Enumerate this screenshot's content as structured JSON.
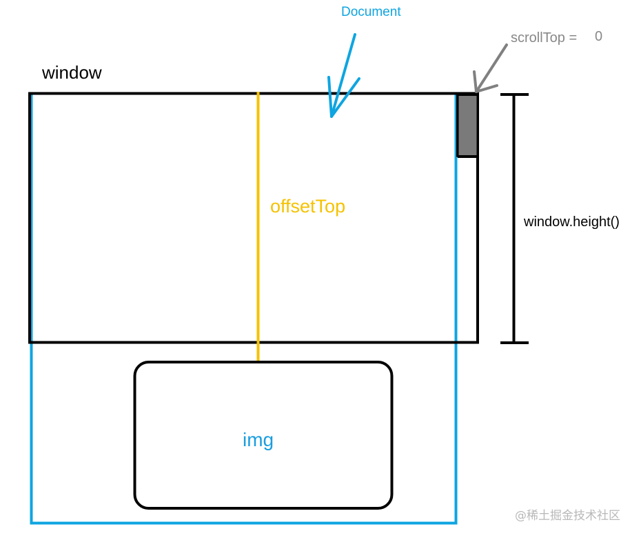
{
  "labels": {
    "document": "Document",
    "scroll_top": "scrollTop =",
    "scroll_top_value": "0",
    "window": "window",
    "offset_top": "offsetTop",
    "window_height": "window.height()",
    "img": "img"
  },
  "watermark": "@稀土掘金技术社区",
  "colors": {
    "window_outline": "#000000",
    "document_outline": "#0ea5e0",
    "document_arrow": "#0ea5e0",
    "offset_top_line": "#f5c200",
    "offset_top_text": "#f5c200",
    "scroll_arrow": "#808080",
    "scroll_thumb": "#7a7a7a",
    "img_outline": "#000000",
    "img_text": "#1a9de0",
    "label_gray": "#888888",
    "watermark": "#b8b8b8"
  }
}
